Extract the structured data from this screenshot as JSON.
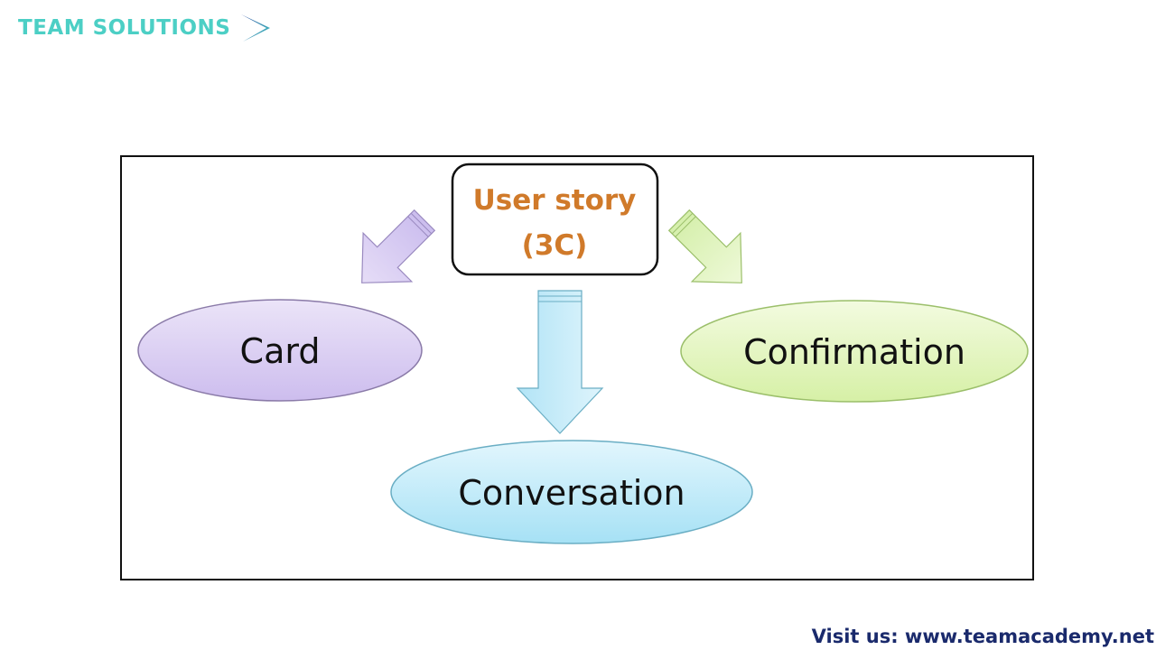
{
  "brand": {
    "name": "TEAM SOLUTIONS",
    "icon": "chevron-right-icon",
    "color": "#4ccfc5"
  },
  "diagram": {
    "center": {
      "line1": "User story",
      "line2": "(3C)",
      "text_color": "#d07a2a"
    },
    "nodes": [
      {
        "id": "card",
        "label": "Card",
        "fill": "#d9cdf2",
        "stroke": "#8a7aa8"
      },
      {
        "id": "conversation",
        "label": "Conversation",
        "fill": "#bdebf8",
        "stroke": "#6aaec4"
      },
      {
        "id": "confirmation",
        "label": "Confirmation",
        "fill": "#e4f6bf",
        "stroke": "#9bbf6a"
      }
    ],
    "arrows": [
      {
        "from": "center",
        "to": "card",
        "color": "#cbbdee"
      },
      {
        "from": "center",
        "to": "conversation",
        "color": "#b7e6f7"
      },
      {
        "from": "center",
        "to": "confirmation",
        "color": "#dbf2b4"
      }
    ]
  },
  "footer": {
    "text": "Visit us: www.teamacademy.net",
    "color": "#1a2a6c"
  }
}
